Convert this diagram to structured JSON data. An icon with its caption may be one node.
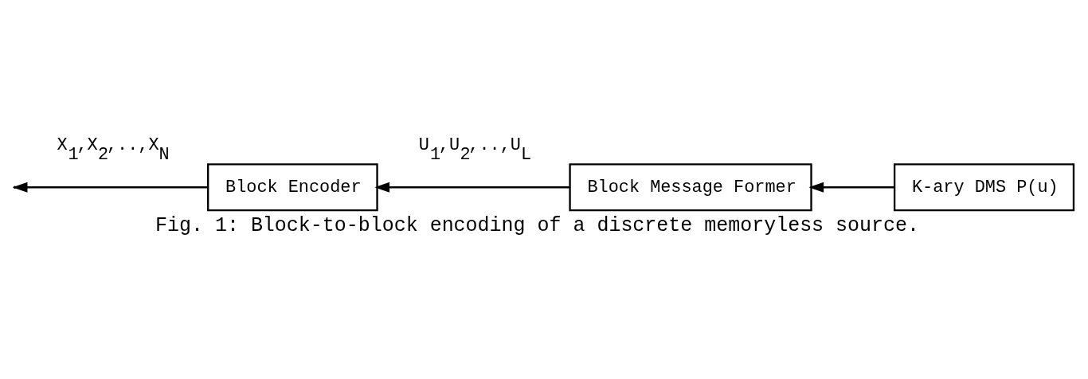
{
  "diagram": {
    "caption": "Fig. 1: Block-to-block encoding of a discrete memoryless source.",
    "nodes": [
      {
        "text": [
          "Block Encoder"
        ]
      },
      {
        "text": [
          "Block Message Former"
        ]
      },
      {
        "text": [
          "K-ary DMS P(u)"
        ]
      }
    ],
    "edges": [
      {
        "from": 2,
        "to": 1,
        "arrow": "to"
      },
      {
        "from": 1,
        "to": 0,
        "arrow": "to",
        "label": "U$_{1}$,U$_{2}$,..,U$_{L}$"
      },
      {
        "from": 0,
        "to": null,
        "arrow": "to",
        "label": "X$_{1}$,X$_{2}$,..,X$_{N}$"
      }
    ]
  }
}
